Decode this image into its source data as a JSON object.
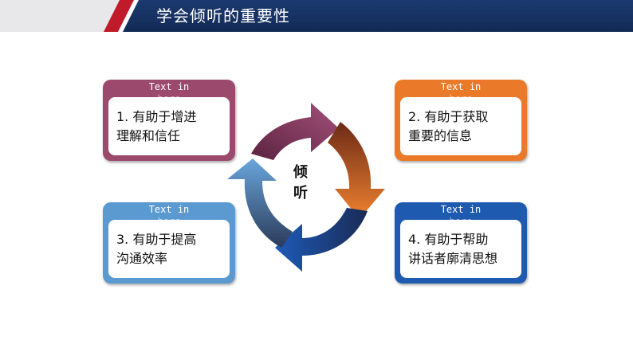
{
  "header": {
    "title": "学会倾听的重要性"
  },
  "center": {
    "label": "倾 听"
  },
  "cards": [
    {
      "tag_line1": "Text in",
      "tag_line2": "here",
      "line1": "1. 有助于增进",
      "line2": "理解和信任"
    },
    {
      "tag_line1": "Text in",
      "tag_line2": "here",
      "line1": "2.  有助于获取",
      "line2": "重要的信息"
    },
    {
      "tag_line1": "Text in",
      "tag_line2": "here",
      "line1": "3.  有助于提高",
      "line2": "沟通效率"
    },
    {
      "tag_line1": "Text in",
      "tag_line2": "here",
      "line1": "4.  有助于帮助",
      "line2": "讲话者廓清思想"
    }
  ],
  "colors": {
    "banner_navy": "#16305f",
    "banner_red": "#c01b2a",
    "card1": "#9b4a6e",
    "card2": "#ea7a2a",
    "card3": "#5b9ad1",
    "card4": "#1e5ab0"
  }
}
